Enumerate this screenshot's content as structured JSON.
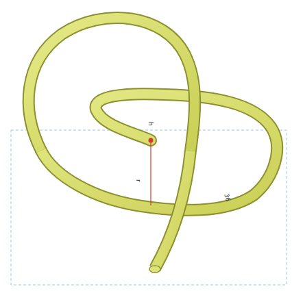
{
  "diagram": {
    "labels": [
      "h",
      "r",
      "36"
    ]
  }
}
